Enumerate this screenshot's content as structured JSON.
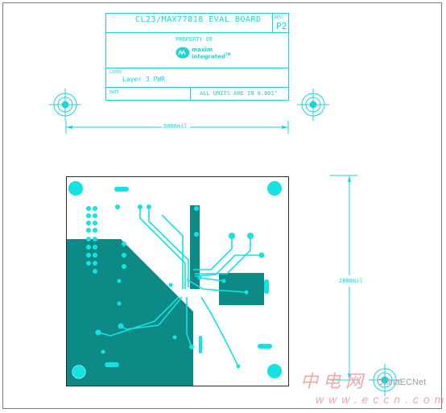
{
  "title_block": {
    "title": "CL23/MAX77818 EVAL BOARD",
    "rev_label": "REV:",
    "rev_value": "P2",
    "property": "PROPERTY OF",
    "company_line1": "maxim",
    "company_line2": "integrated",
    "company_tm": "TM",
    "layer_label": "LAYER",
    "layer_value": "Layer 3 PWR",
    "date_label": "DATE",
    "units_text": "ALL UNITS ARE IN 0.001\""
  },
  "dimensions": {
    "width_label": "3000mil",
    "height_label": "2800mil"
  },
  "watermark": {
    "chinese": "中电网",
    "latin": "ChinaECNet",
    "url": "www.eccn.com"
  },
  "colors": {
    "outline": "#19d6d6",
    "copper": "#0e8a86",
    "pad": "#14e3e3",
    "frame": "#7a7a7a"
  },
  "icons": [
    "target-icon",
    "maxim-logo-icon"
  ]
}
